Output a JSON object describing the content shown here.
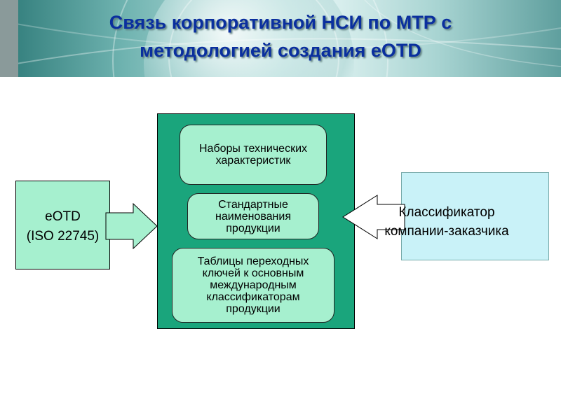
{
  "header": {
    "title_line1": "Связь корпоративной НСИ по МТР с",
    "title_line2": "методологией создания eOTD"
  },
  "diagram": {
    "left_box": {
      "line1": "eOTD",
      "line2": "(ISO 22745)"
    },
    "center_box": {
      "items": [
        {
          "line1": "Наборы технических",
          "line2": "характеристик"
        },
        {
          "line1": "Стандартные",
          "line2": "наименования",
          "line3": "продукции"
        },
        {
          "line1": "Таблицы переходных",
          "line2": "ключей к основным",
          "line3": "международным",
          "line4": "классификаторам",
          "line5": "продукции"
        }
      ]
    },
    "right_box": {
      "line1": "Классификатор",
      "line2": "компании-заказчика"
    }
  },
  "colors": {
    "title": "#0a2f9e",
    "center_fill": "#1aa57c",
    "node_fill": "#a6f0cf",
    "right_fill": "#c9f2f8"
  }
}
